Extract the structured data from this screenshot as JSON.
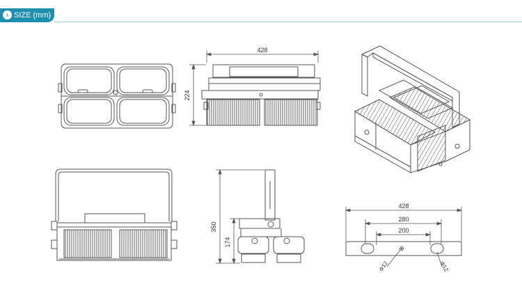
{
  "header": {
    "section_label": "SIZE (mm)",
    "icon": "chevron-right-icon"
  },
  "dimensions": {
    "front_width": "428",
    "front_height": "224",
    "side_total_height": "350",
    "side_lower_height": "174",
    "bracket_total": "428",
    "bracket_outer_slots": "280",
    "bracket_inner_slots": "200",
    "hole_left": "Φ12",
    "hole_right": "Φ12"
  },
  "colors": {
    "accent": "#1f8fb0",
    "line": "#555555"
  }
}
